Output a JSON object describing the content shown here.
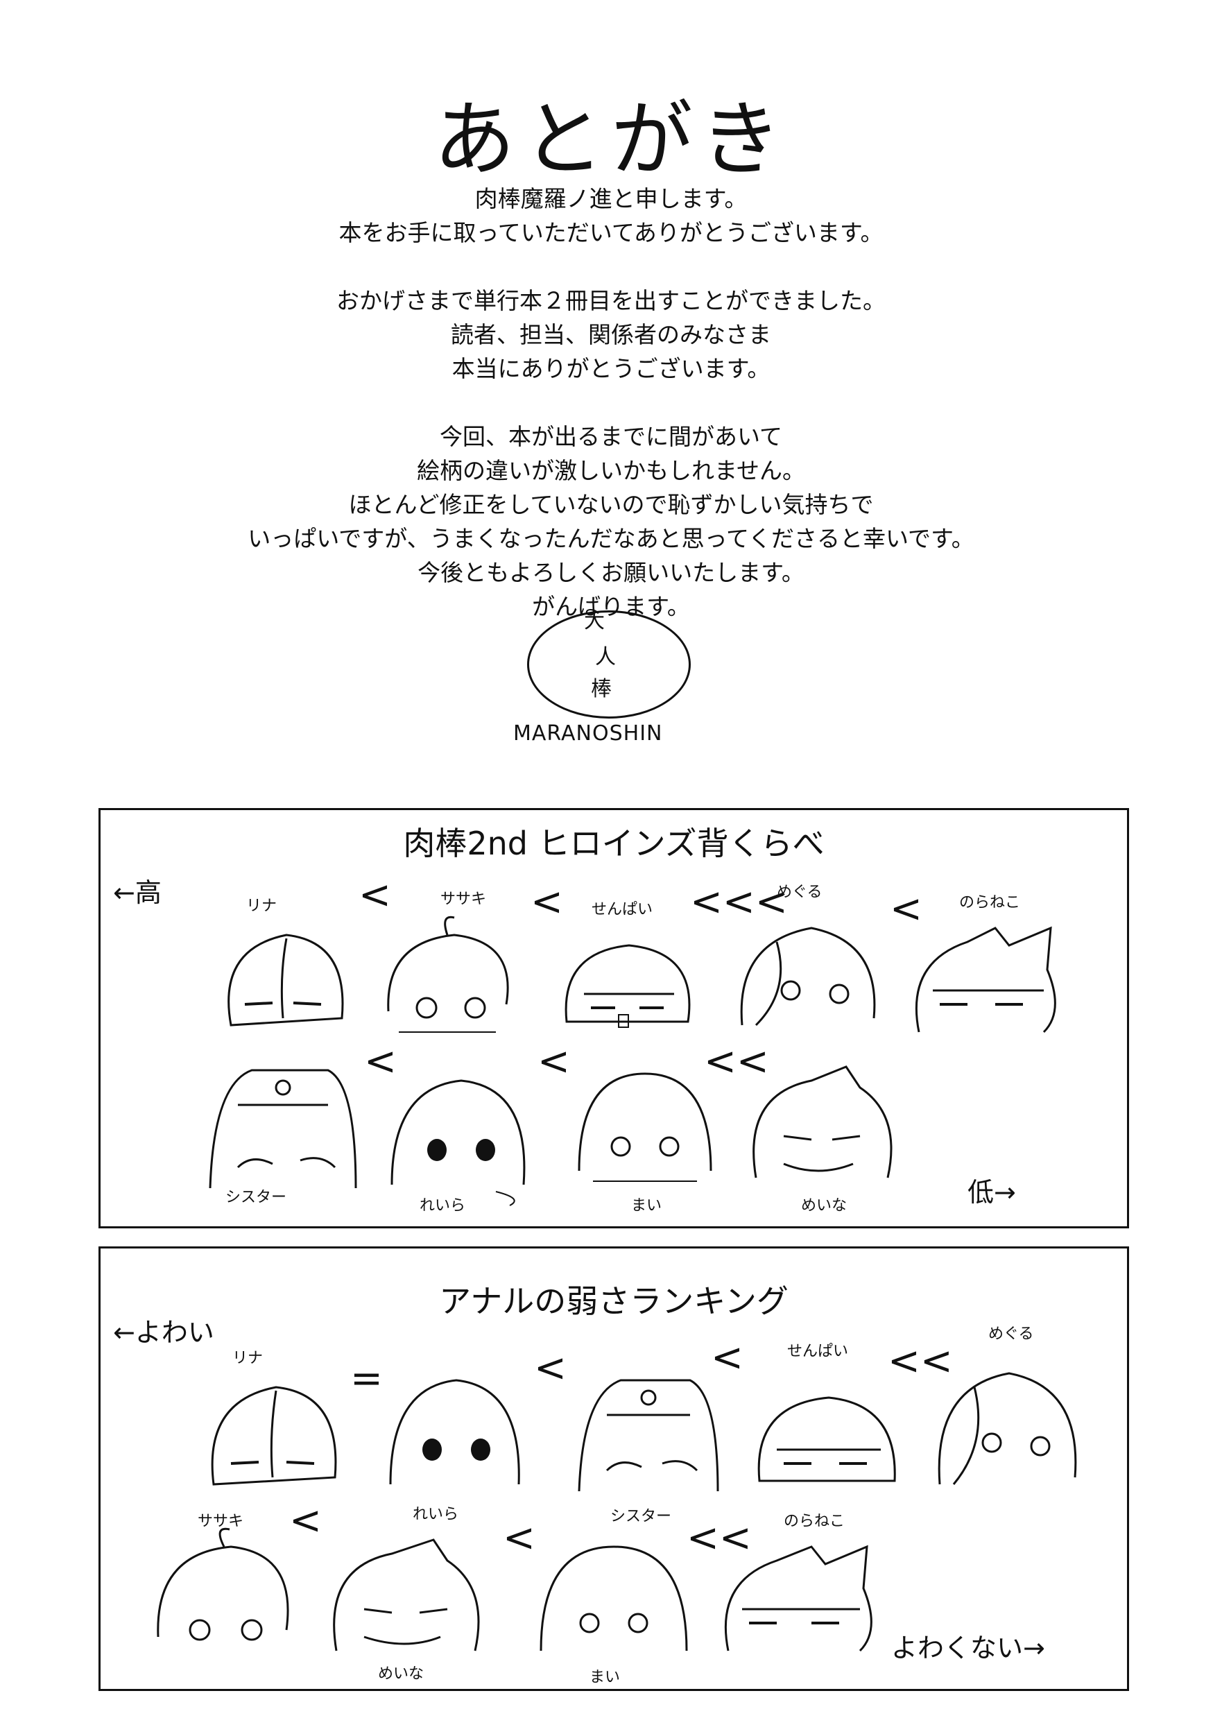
{
  "afterword": {
    "title": "あとがき",
    "paragraphs": [
      [
        "肉棒魔羅ノ進と申します。",
        "本をお手に取っていただいてありがとうございます。"
      ],
      [
        "おかげさまで単行本２冊目を出すことができました。",
        "読者、担当、関係者のみなさま",
        "本当にありがとうございます。"
      ],
      [
        "今回、本が出るまでに間があいて",
        "絵柄の違いが激しいかもしれません。",
        "ほとんど修正をしていないので恥ずかしい気持ちで",
        "いっぱいですが、うまくなったんだなあと思ってくださると幸いです。",
        "今後ともよろしくお願いいたします。",
        "がんばります。"
      ]
    ]
  },
  "signature": {
    "kanji": [
      "大",
      "人",
      "棒"
    ],
    "romaji": "MARANOSHIN"
  },
  "height_chart": {
    "title": "肉棒2nd ヒロインズ背くらべ",
    "left_label": "←高",
    "right_label": "低→",
    "row1": {
      "names": [
        "リナ",
        "ササキ",
        "せんぱい",
        "めぐる",
        "のらねこ"
      ],
      "separators": [
        "<",
        "<",
        "<<<",
        "<"
      ]
    },
    "row2": {
      "names": [
        "シスター",
        "れいら",
        "まい",
        "めいな"
      ],
      "separators": [
        "<",
        "<",
        "<<"
      ]
    }
  },
  "weakness_chart": {
    "title": "アナルの弱さランキング",
    "left_label": "←よわい",
    "right_label": "よわくない→",
    "row1": {
      "names": [
        "リナ",
        "れいら",
        "シスター",
        "せんぱい",
        "めぐる"
      ],
      "separators": [
        "=",
        "<",
        "<",
        "<<"
      ]
    },
    "row2": {
      "names": [
        "ササキ",
        "めいな",
        "まい",
        "のらねこ"
      ],
      "separators": [
        "<",
        "<",
        "<<"
      ]
    }
  }
}
